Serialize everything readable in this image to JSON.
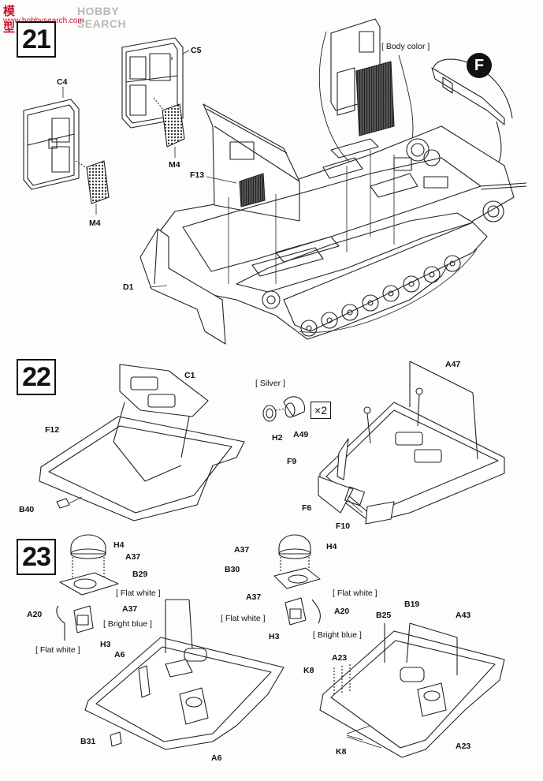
{
  "watermark": {
    "logo": "模型",
    "site": "HOBBY SEARCH",
    "url": "www.hobbysearch.com"
  },
  "steps": [
    "21",
    "22",
    "23"
  ],
  "step21": {
    "body_color": "[  Body color  ]",
    "callout": "F",
    "labels": {
      "c5": "C5",
      "c4": "C4",
      "m4a": "M4",
      "m4b": "M4",
      "f13": "F13",
      "d1": "D1"
    }
  },
  "step22": {
    "silver": "[  Silver  ]",
    "times": "×2",
    "labels": {
      "c1": "C1",
      "f12": "F12",
      "b40": "B40",
      "h2": "H2",
      "a49": "A49",
      "a47": "A47",
      "f9": "F9",
      "f6": "F6",
      "f10": "F10"
    }
  },
  "step23": {
    "left": {
      "h4": "H4",
      "a37a": "A37",
      "b29": "B29",
      "flat_white_1": "[  Flat white  ]",
      "a37b": "A37",
      "a20": "A20",
      "bright_blue": "[  Bright blue  ]",
      "h3": "H3",
      "flat_white_2": "[  Flat white  ]",
      "a6a": "A6",
      "a6b": "A6",
      "b31": "B31"
    },
    "right": {
      "a37a": "A37",
      "h4": "H4",
      "b30": "B30",
      "a37b": "A37",
      "flat_white_1": "[  Flat white  ]",
      "flat_white_2": "[  Flat white  ]",
      "a20": "A20",
      "h3": "H3",
      "bright_blue": "[  Bright blue  ]",
      "b25": "B25",
      "b19": "B19",
      "a43": "A43",
      "a23a": "A23",
      "k8a": "K8",
      "k8b": "K8",
      "a23b": "A23"
    }
  }
}
